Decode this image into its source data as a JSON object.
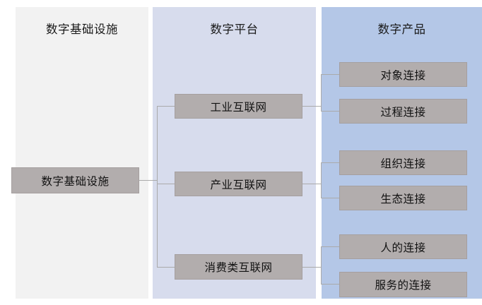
{
  "diagram": {
    "type": "tree-hierarchy",
    "title_columns": 3,
    "columns": [
      {
        "key": "infrastructure",
        "title": "数字基础设施",
        "background": "#f2f2f2",
        "nodes": [
          {
            "key": "infra-root",
            "label": "数字基础设施"
          }
        ]
      },
      {
        "key": "platform",
        "title": "数字平台",
        "background": "#d7dced",
        "nodes": [
          {
            "key": "industrial-internet",
            "label": "工业互联网"
          },
          {
            "key": "industry-internet",
            "label": "产业互联网"
          },
          {
            "key": "consumer-internet",
            "label": "消费类互联网"
          }
        ]
      },
      {
        "key": "product",
        "title": "数字产品",
        "background": "#b4c7e7",
        "nodes": [
          {
            "key": "object-connection",
            "label": "对象连接"
          },
          {
            "key": "process-connection",
            "label": "过程连接"
          },
          {
            "key": "organization-connection",
            "label": "组织连接"
          },
          {
            "key": "ecology-connection",
            "label": "生态连接"
          },
          {
            "key": "people-connection",
            "label": "人的连接"
          },
          {
            "key": "service-connection",
            "label": "服务的连接"
          }
        ]
      }
    ],
    "edges": [
      {
        "from": "infra-root",
        "to": "industrial-internet"
      },
      {
        "from": "infra-root",
        "to": "industry-internet"
      },
      {
        "from": "infra-root",
        "to": "consumer-internet"
      },
      {
        "from": "industrial-internet",
        "to": "object-connection"
      },
      {
        "from": "industrial-internet",
        "to": "process-connection"
      },
      {
        "from": "industry-internet",
        "to": "organization-connection"
      },
      {
        "from": "industry-internet",
        "to": "ecology-connection"
      },
      {
        "from": "consumer-internet",
        "to": "people-connection"
      },
      {
        "from": "consumer-internet",
        "to": "service-connection"
      }
    ],
    "colors": {
      "node_fill": "#b2adad",
      "node_border": "#a59f9f",
      "connector": "#aaaaaa",
      "text": "#111111",
      "page_background": "#ffffff"
    }
  }
}
